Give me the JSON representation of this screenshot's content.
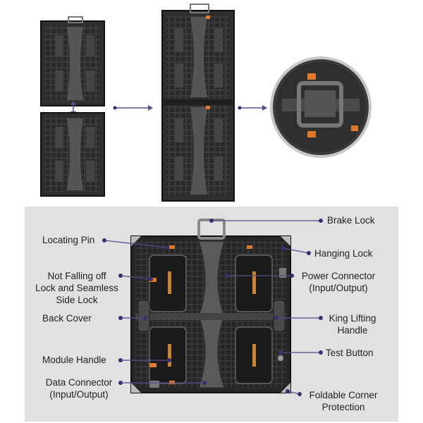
{
  "labels": {
    "brake_lock": "Brake Lock",
    "locating_pin": "Locating Pin",
    "hanging_lock": "Hanging Lock",
    "not_falling_off": "Not Falling off\nLock and Seamless\nSide Lock",
    "power_connector": "Power Connector\n(Input/Output)",
    "back_cover": "Back Cover",
    "king_lifting_handle": "King Lifting\nHandle",
    "module_handle": "Module Handle",
    "test_button": "Test Button",
    "data_connector": "Data Connector\n(Input/Output)",
    "foldable_corner": "Foldable Corner\nProtection"
  },
  "colors": {
    "leader_line": "#5a4a8a",
    "dot": "#3a2f73",
    "panel_bg": "#e1e1e1",
    "cabinet_dark": "#2a2a2a",
    "accent_orange": "#e07a2a"
  }
}
